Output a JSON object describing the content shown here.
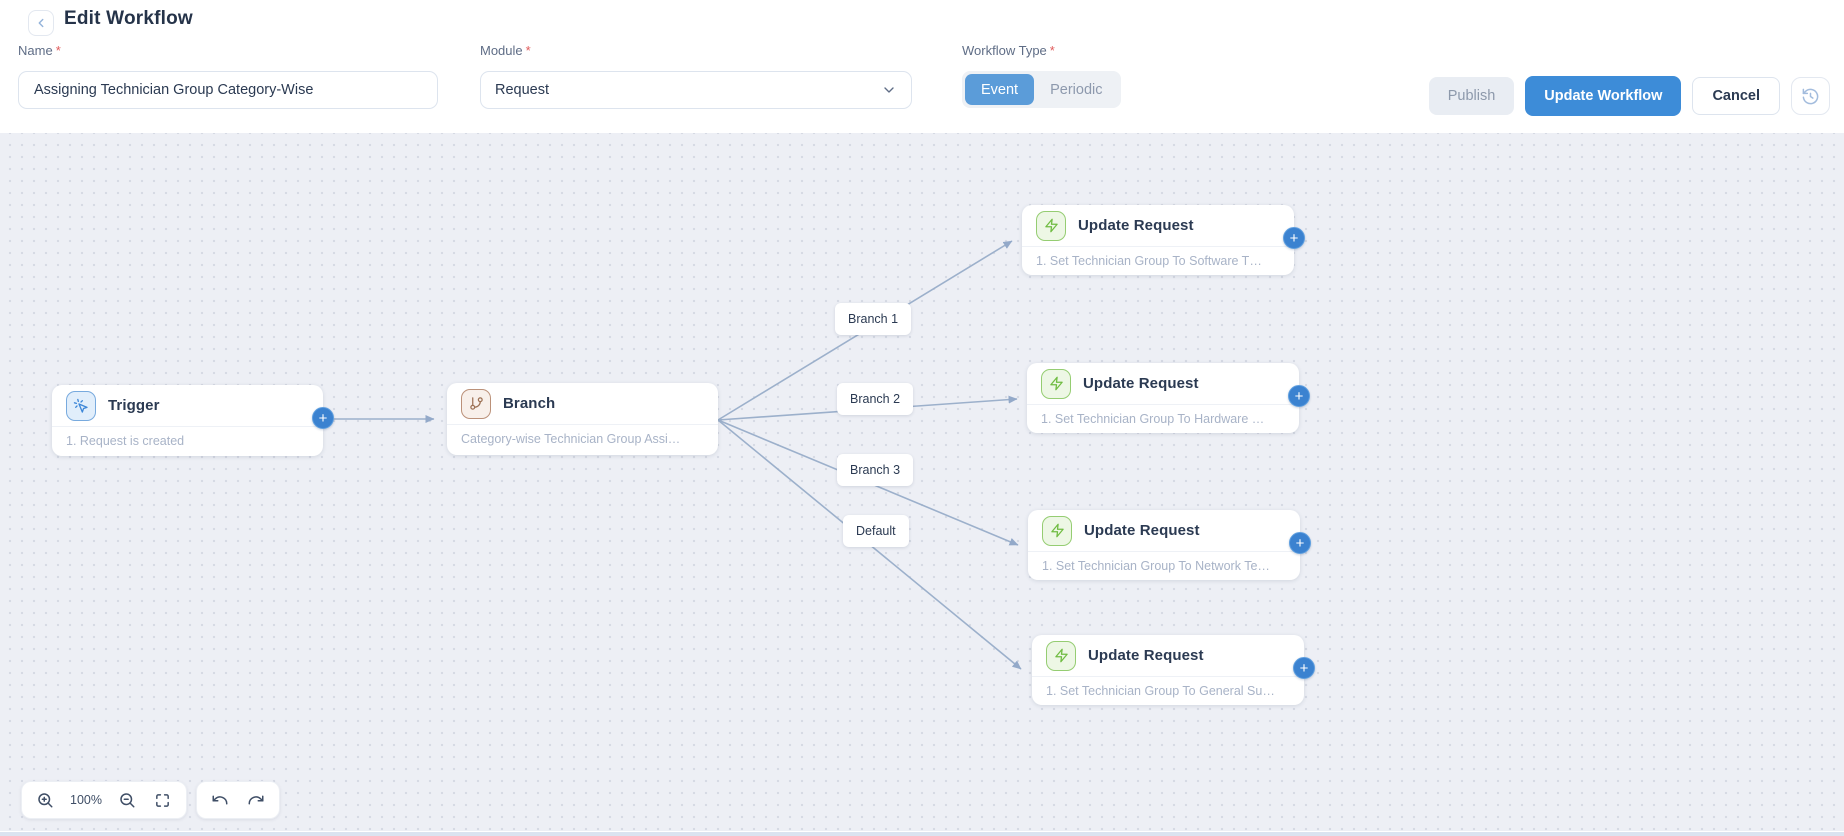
{
  "header": {
    "title": "Edit Workflow",
    "fields": {
      "name": {
        "label": "Name",
        "required_mark": "*",
        "value": "Assigning Technician Group Category-Wise"
      },
      "module": {
        "label": "Module",
        "required_mark": "*",
        "value": "Request"
      },
      "workflow_type": {
        "label": "Workflow Type",
        "required_mark": "*",
        "options": [
          "Event",
          "Periodic"
        ],
        "selected": "Event"
      }
    },
    "actions": {
      "publish_label": "Publish",
      "update_label": "Update Workflow",
      "cancel_label": "Cancel",
      "history_icon": "history-icon"
    }
  },
  "canvas": {
    "nodes": [
      {
        "title": "Trigger",
        "subtitle": "1. Request is created",
        "icon": "trigger-click-icon"
      },
      {
        "title": "Branch",
        "subtitle": "Category-wise Technician Group Assi…",
        "icon": "branch-fork-icon"
      },
      {
        "title": "Update Request",
        "subtitle": "1. Set Technician Group To Software T…",
        "icon": "bolt-icon"
      },
      {
        "title": "Update Request",
        "subtitle": "1. Set Technician Group To Hardware …",
        "icon": "bolt-icon"
      },
      {
        "title": "Update Request",
        "subtitle": "1. Set Technician Group To Network Te…",
        "icon": "bolt-icon"
      },
      {
        "title": "Update Request",
        "subtitle": "1. Set Technician Group To General Su…",
        "icon": "bolt-icon"
      }
    ],
    "edge_labels": [
      "Branch 1",
      "Branch 2",
      "Branch 3",
      "Default"
    ],
    "plus_glyph": "+",
    "controls": {
      "zoom_level": "100%"
    }
  },
  "colors": {
    "accent_blue": "#3d8cd8",
    "toggle_blue": "#5b9cd9",
    "edge_stroke": "#9cb0cb",
    "canvas_bg": "#edeff5",
    "trigger_icon": "#3d87d8",
    "branch_icon": "#9c7053",
    "update_icon": "#6fbc41",
    "required_red": "#e05a5a"
  }
}
